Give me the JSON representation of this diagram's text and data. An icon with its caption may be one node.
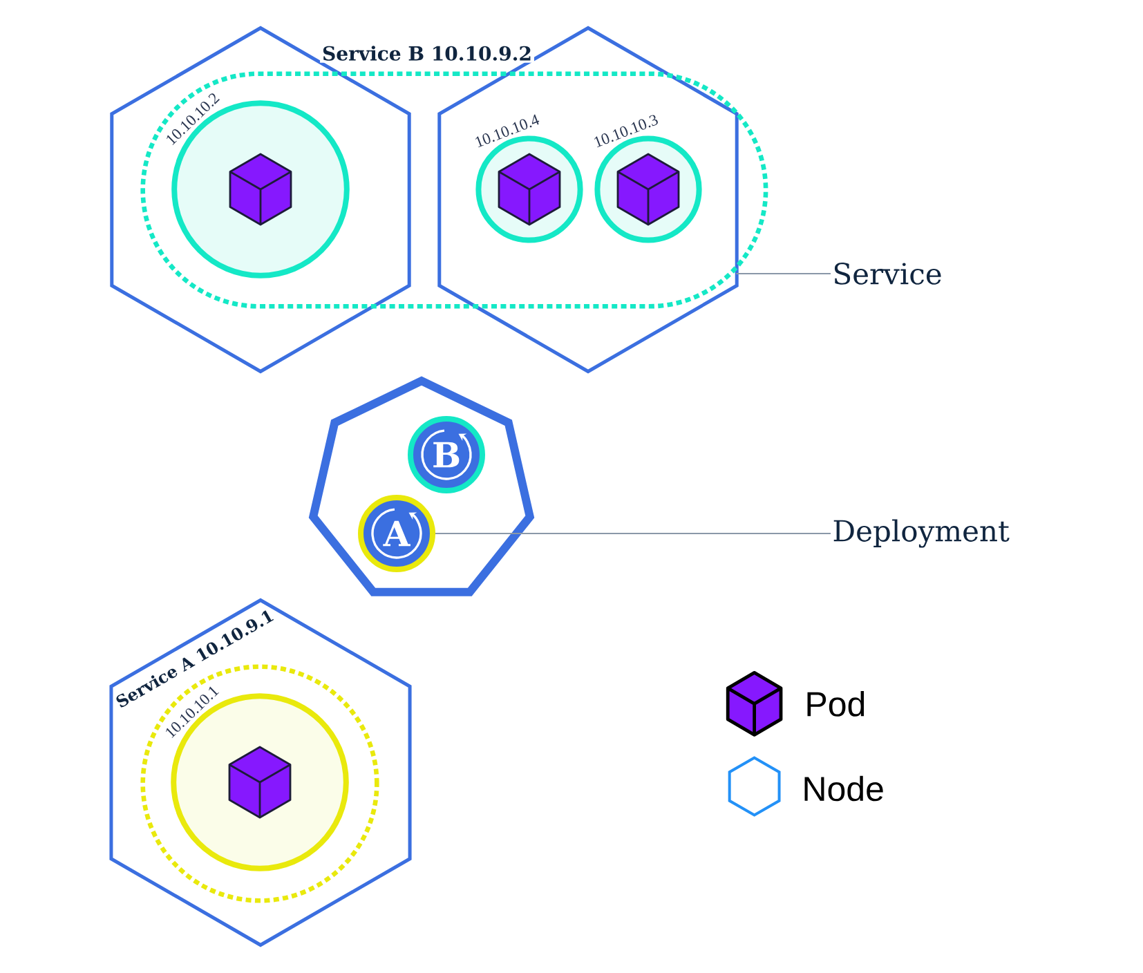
{
  "diagram": {
    "nodes": [
      {
        "text": [
          "Service B 10.10.9.2"
        ]
      },
      {
        "text": [],
        "shape": "hexagon"
      },
      {
        "text": [],
        "shape": "circle",
        "beside": [
          "10.10.10.2"
        ]
      },
      {
        "text": [],
        "shape": "hexagon"
      },
      {
        "text": [],
        "shape": "circle",
        "beside": [
          "10.10.10.4"
        ]
      },
      {
        "text": [],
        "shape": "circle",
        "beside": [
          "10.10.10.3"
        ]
      },
      {
        "text": [
          "Service"
        ]
      },
      {
        "text": [],
        "shape": "heptagon"
      },
      {
        "text": [
          "B"
        ],
        "in": 7
      },
      {
        "text": [
          "A"
        ],
        "in": 7
      },
      {
        "text": [
          "Deployment"
        ]
      },
      {
        "text": [],
        "shape": "hexagon"
      },
      {
        "text": [
          "Service A 10.10.9.1"
        ],
        "in": 11
      },
      {
        "text": [],
        "shape": "circle",
        "in": 12,
        "beside": [
          "10.10.10.1"
        ]
      }
    ],
    "edges": [
      {
        "from": 6,
        "to": 0,
        "arrow": "none"
      },
      {
        "from": 10,
        "to": 9,
        "arrow": "none"
      }
    ],
    "legend": [
      {
        "text": "Pod"
      },
      {
        "text": "Node"
      }
    ]
  }
}
